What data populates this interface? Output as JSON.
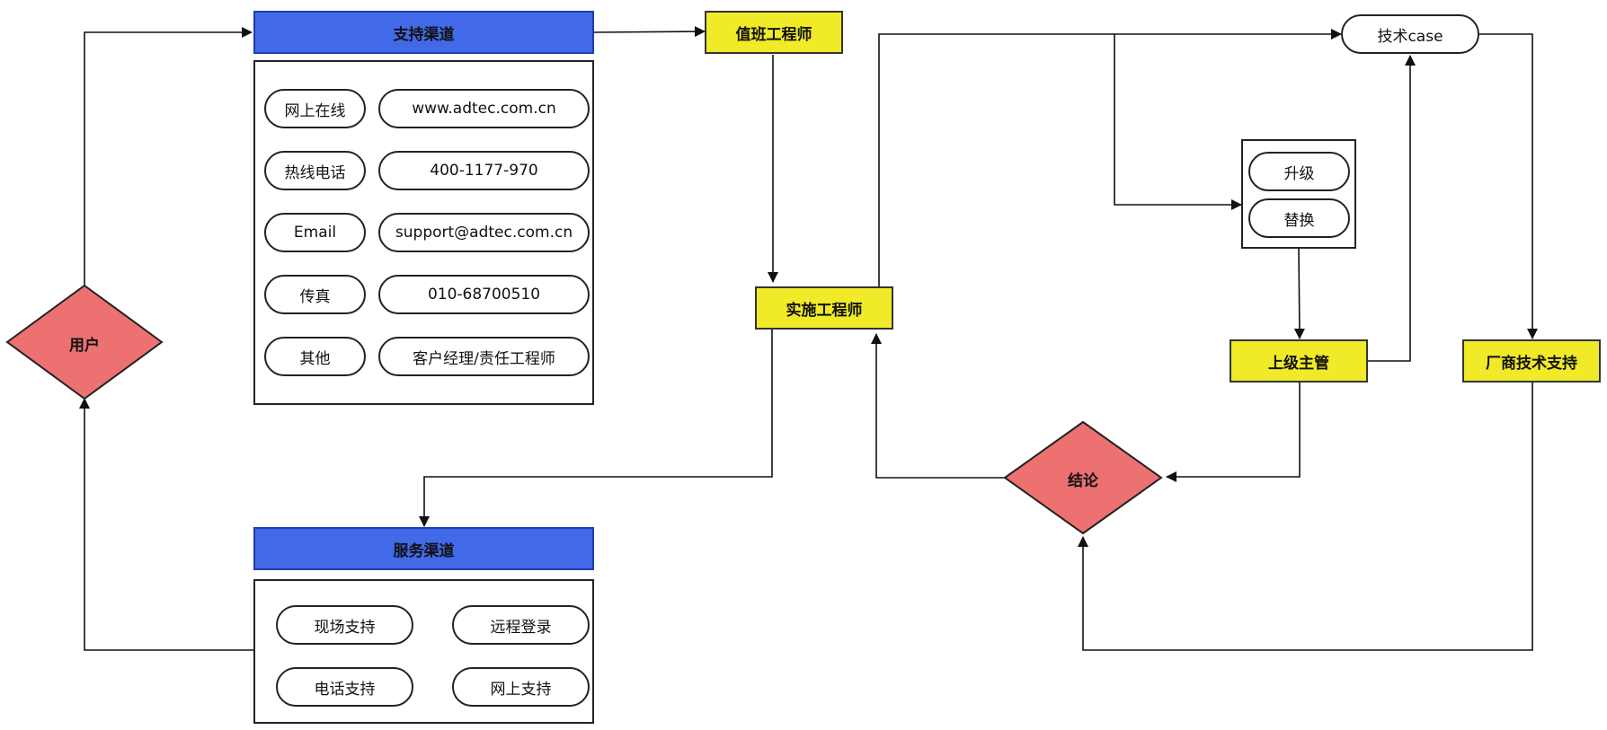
{
  "support_channels": {
    "title": "支持渠道",
    "rows": [
      {
        "label": "网上在线",
        "value": "www.adtec.com.cn"
      },
      {
        "label": "热线电话",
        "value": "400-1177-970"
      },
      {
        "label": "Email",
        "value": "support@adtec.com.cn"
      },
      {
        "label": "传真",
        "value": "010-68700510"
      },
      {
        "label": "其他",
        "value": "客户经理/责任工程师"
      }
    ]
  },
  "service_channels": {
    "title": "服务渠道",
    "items": [
      "现场支持",
      "远程登录",
      "电话支持",
      "网上支持"
    ]
  },
  "nodes": {
    "user": "用户",
    "duty_engineer": "值班工程师",
    "impl_engineer": "实施工程师",
    "tech_case": "技术case",
    "upgrade": "升级",
    "replace": "替换",
    "supervisor": "上级主管",
    "vendor_support": "厂商技术支持",
    "conclusion": "结论"
  },
  "colors": {
    "header_blue": "#4169e8",
    "role_yellow": "#f0ea28",
    "decision_red": "#ec7170"
  }
}
